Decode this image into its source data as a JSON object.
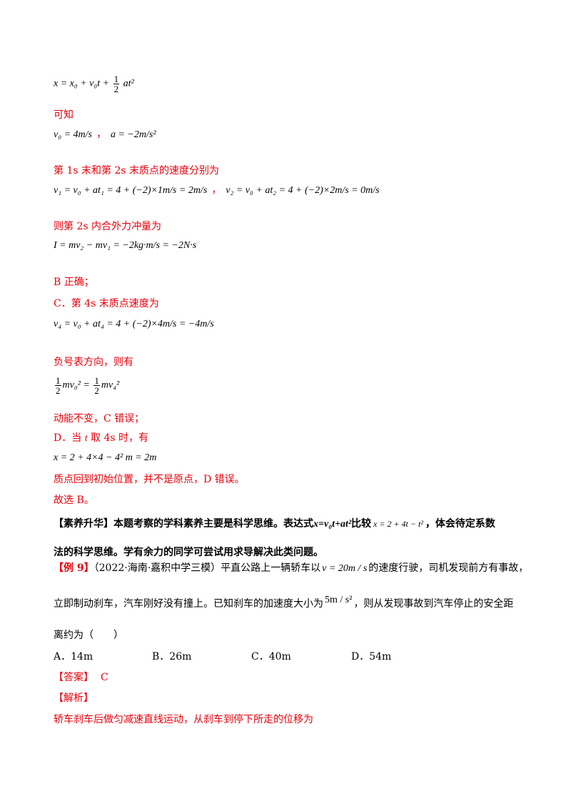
{
  "lines": {
    "eq_x": {
      "lhs": "x = x₀ + v₀t +",
      "num": "1",
      "den": "2",
      "rhs": "at²"
    },
    "kezhi": "可知",
    "v0_a": {
      "a": "v₀ = 4m/s",
      "sep": "，",
      "b": "a = −2m/s²"
    },
    "speed_intro": "第 1s 末和第 2s 末质点的速度分别为",
    "v1_v2": {
      "a": "v₁ = v₀ + at₁ = 4 + (−2)×1m/s = 2m/s",
      "sep": "，",
      "b": "v₂ = v₀ + at₂ = 4 + (−2)×2m/s = 0m/s"
    },
    "impulse_intro": "则第 2s 内合外力冲量为",
    "impulse_eq": "I = mv₂ − mv₁ = −2kg·m/s = −2N·s",
    "b_correct": "B 正确；",
    "c_intro": "C．第 4s 末质点速度为",
    "v4_eq": "v₄ = v₀ + at₄ = 4 + (−2)×4m/s = −4m/s",
    "neg_dir": "负号表方向，则有",
    "ke_eq": {
      "num": "1",
      "den": "2",
      "a": "mv₀² =",
      "b": "mv₄²"
    },
    "c_wrong": "动能不变，C 错误；",
    "d_intro": {
      "a": "D．当 ",
      "t": "t",
      "b": " 取 4s 时，有"
    },
    "x_eq": "x = 2 + 4×4 − 4² m = 2m",
    "d_wrong": "质点回到初始位置，并不是原点，D 错误。",
    "choose_b": "故选 B。"
  },
  "suyang": {
    "label": "【素养升华】",
    "text1": "本题考察的学科素养主要是科学思维。表达式",
    "formula1": "x=v₀t+at²",
    "text2": "比较",
    "formula2": "x = 2 + 4t − t²",
    "text3": "，体会待定系数",
    "line2": "法的科学思维。学有余力的同学可尝试用求导解决此类问题。"
  },
  "example9": {
    "label": "【例 9】",
    "source": "（2022·海南·嘉积中学三模）",
    "text1": "平直公路上一辆轿车以",
    "v": "v = 20m / s",
    "text2": "的速度行驶，司机发现前方有事故，",
    "line2a": "立即制动刹车，汽车刚好没有撞上。已知刹车的加速度大小为",
    "accel": "5m / s²",
    "line2b": "，则从发现事故到汽车停止的安全距",
    "line3": "离约为（　　）",
    "choices": [
      "A．14m",
      "B．26m",
      "C．40m",
      "D．54m"
    ],
    "answer_label": "【答案】",
    "answer": "C",
    "analysis_label": "【解析】",
    "analysis": "轿车刹车后做匀减速直线运动，从刹车到停下所走的位移为"
  },
  "colors": {
    "red": "#e8000b",
    "black": "#000000"
  }
}
